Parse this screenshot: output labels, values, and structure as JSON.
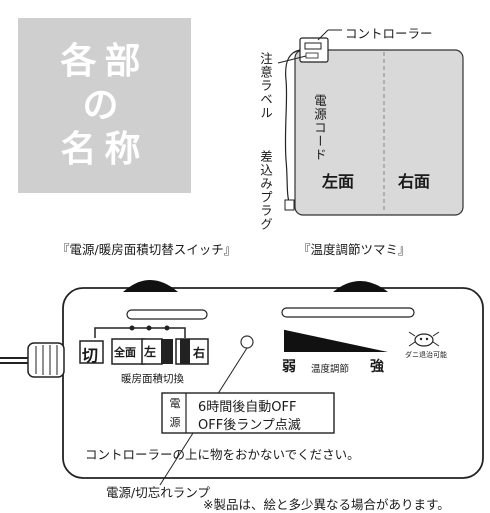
{
  "title": {
    "line1": "各部",
    "line2": "の",
    "line3": "名称"
  },
  "overview": {
    "controller_label": "コントローラー",
    "caution_label": "注意ラベル",
    "cord_label": "電源コード",
    "plug_label": "差込みプラグ",
    "left_side": "左面",
    "right_side": "右面"
  },
  "controller": {
    "power_switch_label": "『電源/暖房面積切替スイッチ』",
    "temp_knob_label": "『温度調節ツマミ』",
    "switch_off": "切",
    "switch_full": "全面",
    "switch_left": "左",
    "switch_right": "右",
    "area_switch_caption": "暖房面積切換",
    "temp_weak": "弱",
    "temp_caption": "温度調節",
    "temp_strong": "強",
    "mite_caption": "ダニ退治可能",
    "power_box_title": "電源",
    "auto_off_line1": "6時間後自動OFF",
    "auto_off_line2": "OFF後ランプ点滅",
    "warning_text": "コントローラーの上に物をおかないでください。",
    "lamp_label": "電源/切忘れランプ",
    "disclaimer": "※製品は、絵と多少異なる場合があります。"
  }
}
